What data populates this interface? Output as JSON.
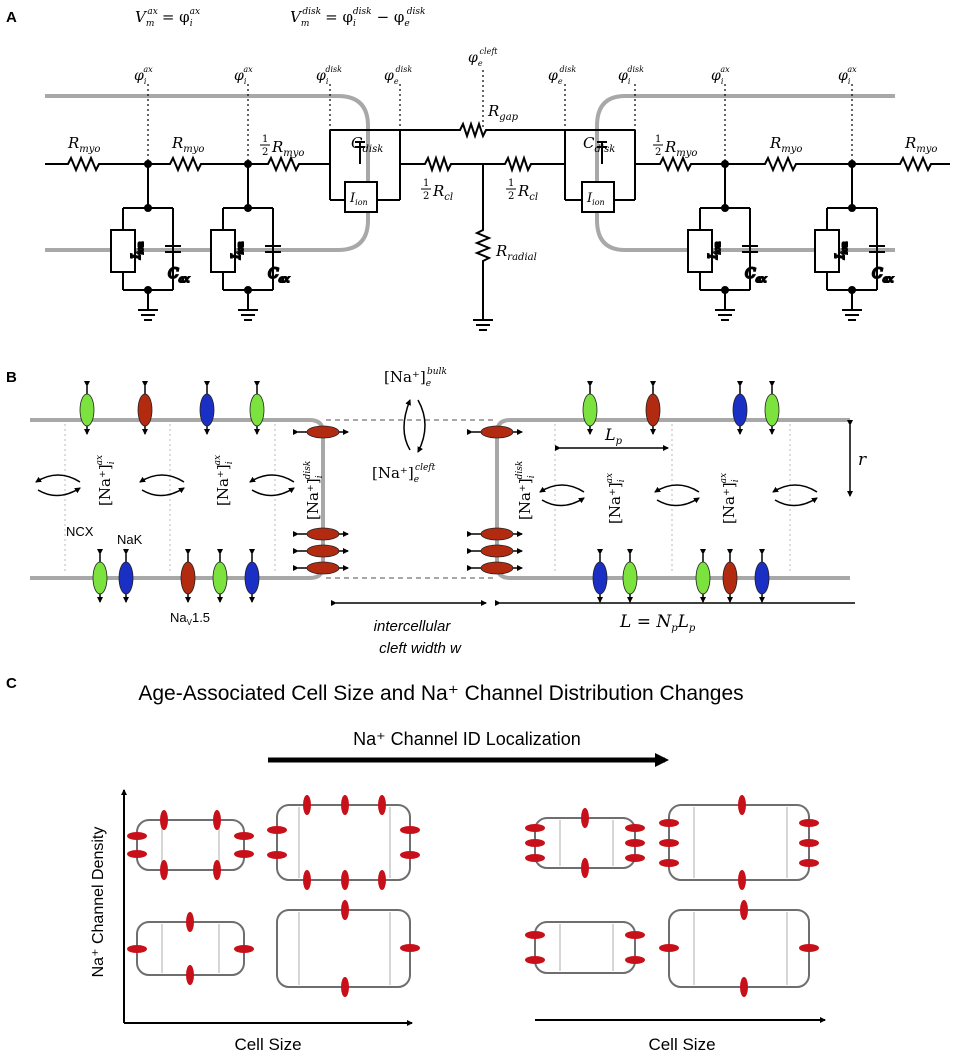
{
  "panels": {
    "a": "A",
    "b": "B",
    "c": "C"
  },
  "panel_a": {
    "eq_vm_ax": "V",
    "eq_vm_ax_sub": "m",
    "eq_vm_ax_sup": "ax",
    "eq_vm_ax_rhs": "= φ",
    "eq_vm_ax_rhs_sub": "i",
    "eq_vm_ax_rhs_sup": "ax",
    "eq_vm_disk": "V",
    "eq_vm_disk_sub": "m",
    "eq_vm_disk_sup": "disk",
    "eq_vm_disk_rhs": "= φ",
    "eq_vm_disk_rhs_sub": "i",
    "eq_vm_disk_rhs_sup": "disk",
    "eq_vm_disk_rhs2": "− φ",
    "eq_vm_disk_rhs2_sub": "e",
    "eq_vm_disk_rhs2_sup": "disk",
    "phi": "φ",
    "sub_i": "i",
    "sub_e": "e",
    "sup_ax": "ax",
    "sup_disk": "disk",
    "sup_cleft": "cleft",
    "r": "R",
    "myo": "myo",
    "gap": "gap",
    "cl": "cl",
    "radial": "radial",
    "c": "C",
    "ax": "ax",
    "disk": "disk",
    "i": "I",
    "ion": "ion",
    "half": "1",
    "half_den": "2"
  },
  "panel_b": {
    "na_bulk": "[Na⁺]",
    "na_bulk_sub": "e",
    "na_bulk_sup": "bulk",
    "na_cleft": "[Na⁺]",
    "na_cleft_sub": "e",
    "na_cleft_sup": "cleft",
    "na_ax": "[Na⁺]",
    "na_ax_sub": "i",
    "na_ax_sup": "ax",
    "na_disk": "[Na⁺]",
    "na_disk_sub": "i",
    "na_disk_sup": "disk",
    "ncx": "NCX",
    "nak": "NaK",
    "nav": "Na",
    "nav_sub": "V",
    "nav_rest": "1.5",
    "lp": "L",
    "lp_sub": "p",
    "r": "r",
    "cleft_line1": "intercellular",
    "cleft_line2": "cleft width w",
    "length_eq": "L = N",
    "length_eq_sub": "p",
    "length_eq_rest": "L",
    "length_eq_sub2": "p"
  },
  "panel_c": {
    "title": "Age-Associated Cell Size and Na⁺ Channel Distribution Changes",
    "localization": "Na⁺ Channel ID Localization",
    "y_label": "Na⁺ Channel Density",
    "x_label_left": "Cell Size",
    "x_label_right": "Cell Size"
  },
  "colors": {
    "nav": "#b22a10",
    "nak": "#1a2fc4",
    "ncx": "#7be23e",
    "membrane": "#a8a8a8",
    "cell_outline": "#6e6e6e",
    "channel_red": "#c8101a"
  }
}
